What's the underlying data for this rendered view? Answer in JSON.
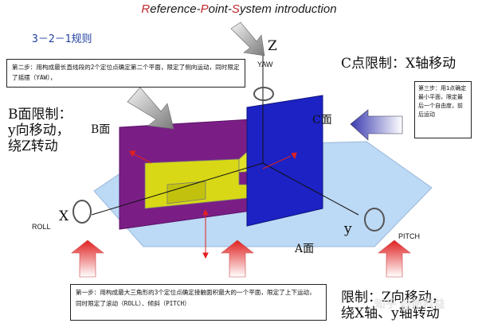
{
  "title": {
    "r": "R",
    "eference": "eference-",
    "p": "P",
    "oint": "oint-",
    "s": "S",
    "rest": "ystem introduction"
  },
  "rule_heading": "3－2－1规则",
  "step2": "第二步：用构成最长直线段的2个定位点确定第二个平面，限定了侧向运动，同时限定了摇摆（YAW），",
  "step3": "第三步：用1点确定最小平面，限定最后一个自由度，前后运动",
  "step1": "第一步：用构成最大三角形的3个定位点确定接触面积最大的一个平面，限定了上下运动，同时限定了滚动（ROLL）、倾斜（PITCH）",
  "b_constraint": [
    "B面限制：",
    "y向移动，",
    "绕Z转动"
  ],
  "c_constraint": "C点限制：X轴移动",
  "a_constraint": [
    "限制：Z向移动，",
    "绕X轴、y轴转动"
  ],
  "labels": {
    "b_face": "B面",
    "c_face": "C面",
    "a_face": "A面",
    "z": "Z",
    "x": "X",
    "y": "y",
    "yaw": "YAW",
    "roll": "ROLL",
    "pitch": "PITCH"
  },
  "watermark": "知乎 @新科益",
  "colors": {
    "plane_a": "#bcd9f5",
    "plane_b": "#7a1e86",
    "plane_c": "#1c22c4",
    "part": "#e6e61a",
    "arrow_red": "#e02020",
    "title_accent": "#c0282e",
    "heading_blue": "#1f3f9e"
  }
}
